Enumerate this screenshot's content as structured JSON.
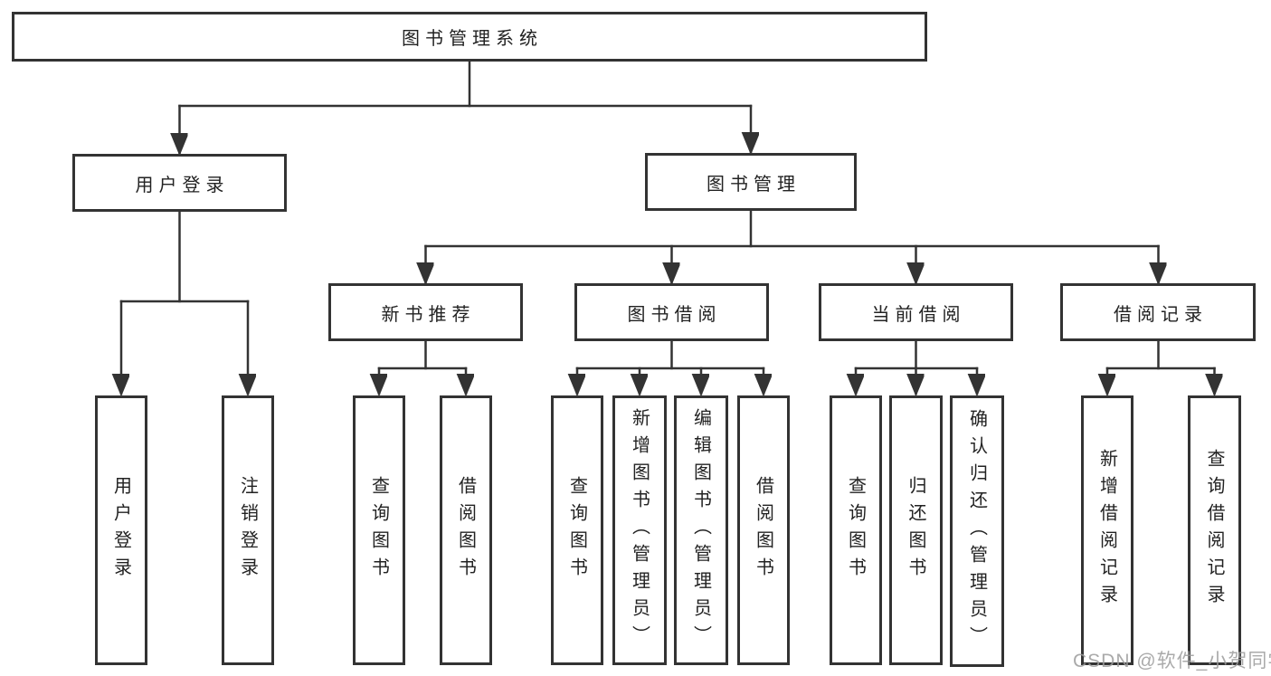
{
  "tree": {
    "root": {
      "label": "图书管理系统"
    },
    "branches": [
      {
        "label": "用户登录",
        "leaves": [
          {
            "label": "用户登录"
          },
          {
            "label": "注销登录"
          }
        ]
      },
      {
        "label": "图书管理",
        "groups": [
          {
            "label": "新书推荐",
            "leaves": [
              {
                "label": "查询图书"
              },
              {
                "label": "借阅图书"
              }
            ]
          },
          {
            "label": "图书借阅",
            "leaves": [
              {
                "label": "查询图书"
              },
              {
                "label": "新增图书（管理员）"
              },
              {
                "label": "编辑图书（管理员）"
              },
              {
                "label": "借阅图书"
              }
            ]
          },
          {
            "label": "当前借阅",
            "leaves": [
              {
                "label": "查询图书"
              },
              {
                "label": "归还图书"
              },
              {
                "label": "确认归还（管理员）"
              }
            ]
          },
          {
            "label": "借阅记录",
            "leaves": [
              {
                "label": "新增借阅记录"
              },
              {
                "label": "查询借阅记录"
              }
            ]
          }
        ]
      }
    ]
  },
  "watermark": "CSDN @软件_小贺同学",
  "colors": {
    "line": "#333333",
    "box_bg": "#ffffff",
    "text": "#222222",
    "watermark": "#9c9c9c"
  }
}
